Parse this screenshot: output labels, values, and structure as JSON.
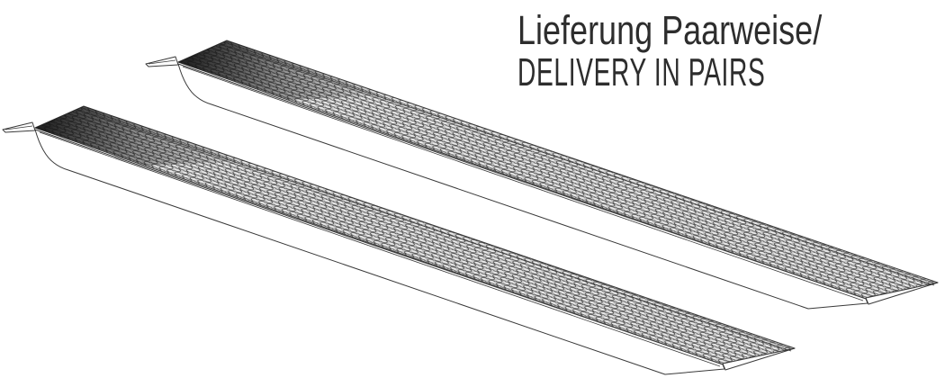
{
  "caption": {
    "line1": "Lieferung Paarweise/",
    "line2": "DELIVERY IN PAIRS"
  },
  "diagram": {
    "type": "technical-line-drawing",
    "subject": "Pair of identical loading ramps with perforated anti-slip tread surface, isometric view",
    "ramps": [
      {
        "id": "ramp-1",
        "position": "upper-right"
      },
      {
        "id": "ramp-2",
        "position": "lower-left"
      }
    ],
    "colors": {
      "line": "#3a3a3a",
      "tread_fill": "#c9c9c9",
      "hole_fill": "#e9e9e9",
      "dark_end_shading": "#161616",
      "surface": "#ffffff",
      "background": "#ffffff",
      "text": "#2d2d2d"
    }
  }
}
